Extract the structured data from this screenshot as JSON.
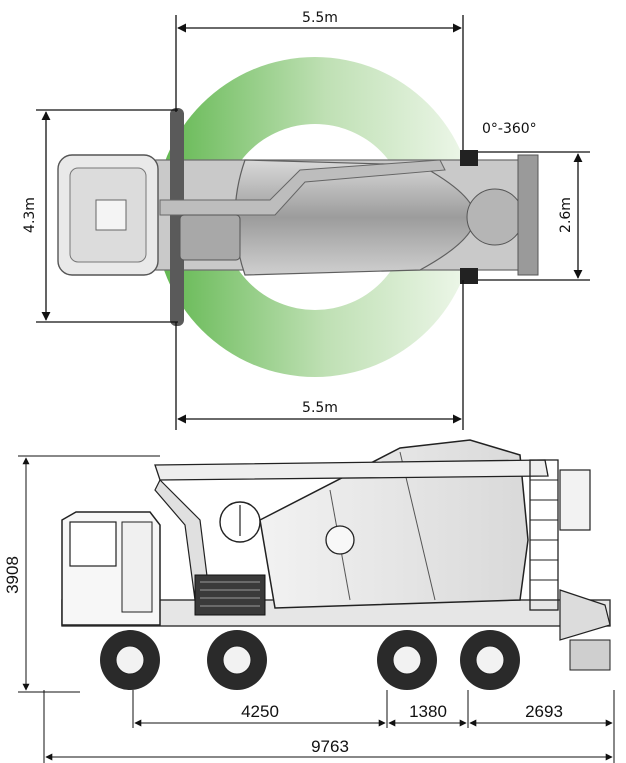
{
  "top_view": {
    "swing_radius_top": "5.5m",
    "swing_radius_bottom": "5.5m",
    "outrigger_span": "4.3m",
    "rear_width": "2.6m",
    "rotation": "0°-360°",
    "colors": {
      "swing_zone": "#7cc26a",
      "truck_body": "#b9b9b9"
    }
  },
  "side_view": {
    "height": "3908",
    "wheelbase_front": "4250",
    "wheelbase_mid": "1380",
    "rear_overhang": "2693",
    "total_length": "9763"
  }
}
